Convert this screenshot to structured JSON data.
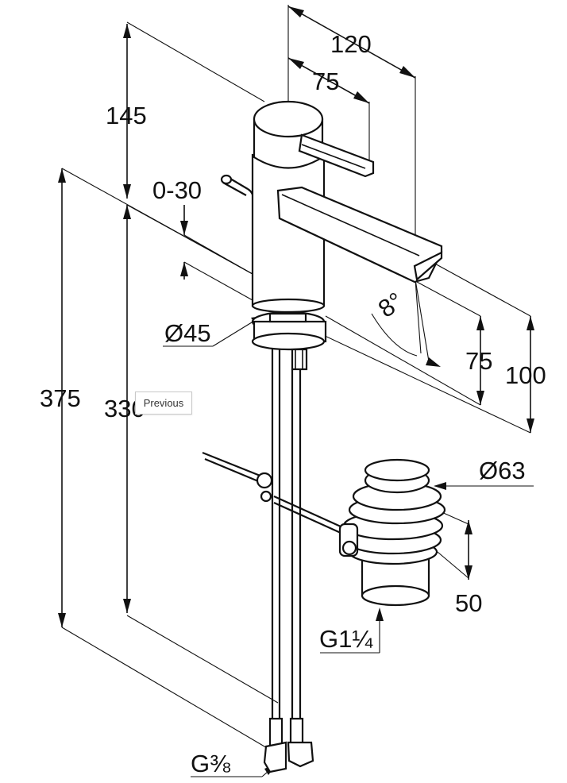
{
  "drawing": {
    "dimensions": {
      "width_120": "120",
      "width_75_top": "75",
      "height_145": "145",
      "range_0_30": "0-30",
      "dia_45": "Ø45",
      "angle_8": "8°",
      "height_75_right": "75",
      "height_100": "100",
      "height_375": "375",
      "height_330": "330",
      "dia_63": "Ø63",
      "waste_50": "50",
      "thread_waste": "G1¼",
      "thread_hose": "G⅜"
    }
  },
  "tooltip": {
    "label": "Previous"
  }
}
